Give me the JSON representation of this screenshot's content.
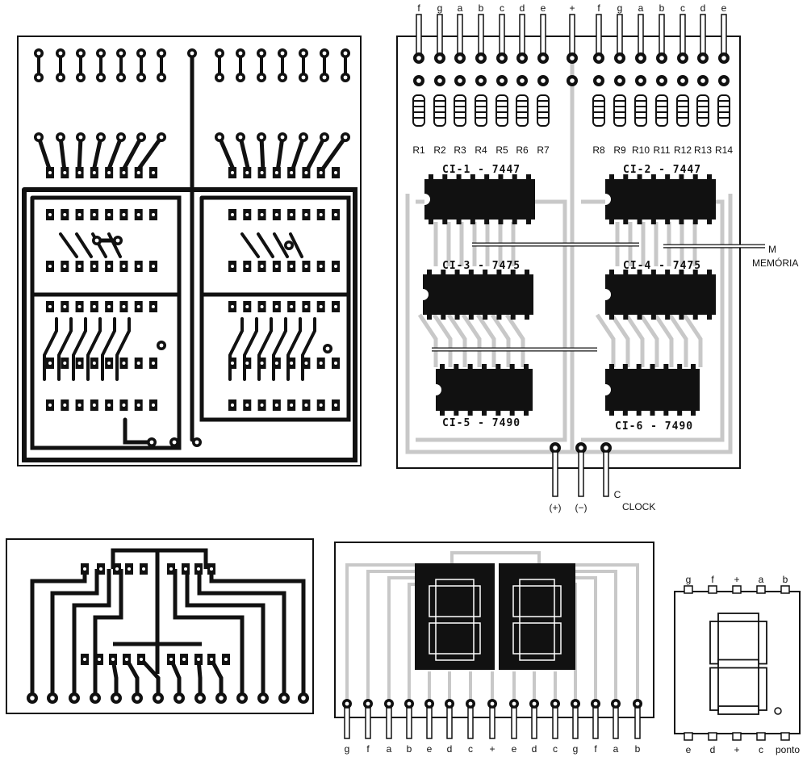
{
  "top_right": {
    "header_pins_left": [
      "f",
      "g",
      "a",
      "b",
      "c",
      "d",
      "e",
      "+"
    ],
    "header_pins_right": [
      "f",
      "g",
      "a",
      "b",
      "c",
      "d",
      "e"
    ],
    "resistors": [
      "R1",
      "R2",
      "R3",
      "R4",
      "R5",
      "R6",
      "R7",
      "R8",
      "R9",
      "R10",
      "R11",
      "R12",
      "R13",
      "R14"
    ],
    "chips": {
      "ci1": "CI-1 - 7447",
      "ci2": "CI-2 - 7447",
      "ci3": "CI-3 - 7475",
      "ci4": "CI-4 - 7475",
      "ci5": "CI-5 - 7490",
      "ci6": "CI-6 - 7490"
    },
    "memory_pin": "M",
    "memory_label": "MEMÓRIA",
    "bottom_pins": [
      "(+)",
      "(−)",
      "C"
    ],
    "clock_label": "CLOCK"
  },
  "bottom_middle": {
    "pins": [
      "g",
      "f",
      "a",
      "b",
      "e",
      "d",
      "c",
      "+",
      "e",
      "d",
      "c",
      "g",
      "f",
      "a",
      "b"
    ]
  },
  "display_pinout": {
    "top_pins": [
      "g",
      "f",
      "+",
      "a",
      "b"
    ],
    "bottom_pins": [
      "e",
      "d",
      "+",
      "c",
      "ponto"
    ]
  },
  "colors": {
    "ink": "#111111",
    "pad_fill": "#ffffff",
    "trace_gray": "#c8c8c8",
    "paper": "#ffffff"
  }
}
